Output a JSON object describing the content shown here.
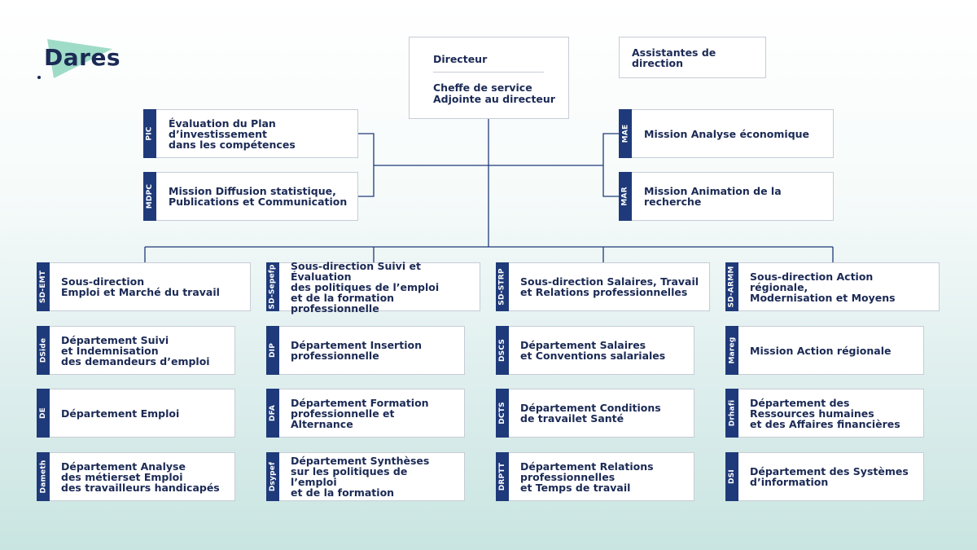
{
  "logo": {
    "text": "Dares"
  },
  "colors": {
    "navy": "#1f3a7a",
    "text": "#1b2a55",
    "teal": "#9fdcc8",
    "line": "#1f3a7a"
  },
  "top": {
    "directeur": "Directeur",
    "adjointe": "Cheffe de service\nAdjointe au directeur",
    "assistantes": "Assistantes de direction"
  },
  "missions": {
    "pic": {
      "tag": "PIC",
      "label": "Évaluation du Plan d’investissement\ndans les compétences"
    },
    "mdpc": {
      "tag": "MDPC",
      "label": "Mission Diffusion statistique,\nPublications et Communication"
    },
    "mae": {
      "tag": "MAE",
      "label": "Mission Analyse économique"
    },
    "mar": {
      "tag": "MAR",
      "label": "Mission Animation de la recherche"
    }
  },
  "columns": [
    {
      "head": {
        "tag": "SD-EMT",
        "label": "Sous-direction\nEmploi et Marché du travail"
      },
      "items": [
        {
          "tag": "DSide",
          "label": "Département Suivi\net Indemnisation\ndes demandeurs d’emploi"
        },
        {
          "tag": "DE",
          "label": "Département Emploi"
        },
        {
          "tag": "Dameth",
          "label": "Département Analyse\ndes métierset Emploi\ndes travailleurs handicapés"
        }
      ]
    },
    {
      "head": {
        "tag": "SD-Sepefp",
        "label": "Sous-direction Suivi et Évaluation\ndes politiques de l’emploi\net de la formation professionnelle"
      },
      "items": [
        {
          "tag": "DIP",
          "label": "Département Insertion\nprofessionnelle"
        },
        {
          "tag": "DFA",
          "label": "Département Formation\nprofessionnelle et Alternance"
        },
        {
          "tag": "Dsypef",
          "label": "Département Synthèses\nsur les politiques de l’emploi\net de la formation"
        }
      ]
    },
    {
      "head": {
        "tag": "SD-STRP",
        "label": "Sous-direction Salaires, Travail\net Relations professionnelles"
      },
      "items": [
        {
          "tag": "DSCS",
          "label": "Département Salaires\net Conventions salariales"
        },
        {
          "tag": "DCTS",
          "label": "Département Conditions\nde travailet Santé"
        },
        {
          "tag": "DRPTT",
          "label": "Département Relations\nprofessionnelles\net Temps de travail"
        }
      ]
    },
    {
      "head": {
        "tag": "SD-ARMM",
        "label": "Sous-direction Action régionale,\nModernisation et Moyens"
      },
      "items": [
        {
          "tag": "Mareg",
          "label": "Mission Action régionale"
        },
        {
          "tag": "Drhafi",
          "label": "Département des\nRessources humaines\net des Affaires financières"
        },
        {
          "tag": "DSI",
          "label": "Département des Systèmes\nd’information"
        }
      ]
    }
  ]
}
